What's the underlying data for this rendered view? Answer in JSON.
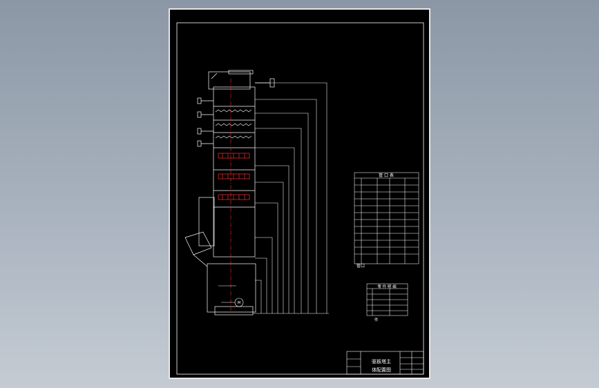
{
  "title_block": {
    "title_line1": "驱板塔主",
    "title_line2": "体配置图"
  },
  "nozzle_table": {
    "header": "管 口 表",
    "footer": "管口"
  },
  "parts_table": {
    "header": "零 件 明 细",
    "footer": "件"
  },
  "tower": {
    "manhole_label": "M"
  },
  "colors": {
    "outline": "#ffffff",
    "accent_red": "#ff3030",
    "sheet": "#000000",
    "background": "#9aa4b1"
  }
}
